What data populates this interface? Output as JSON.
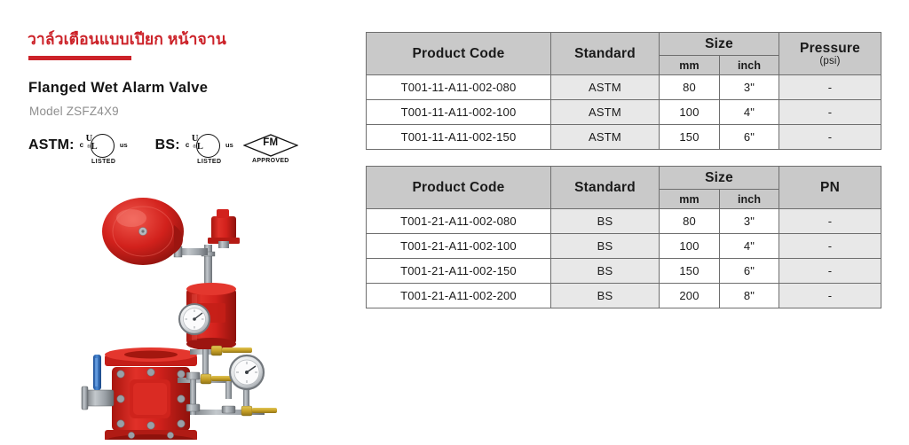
{
  "header": {
    "thai_title": "วาล์วเตือนแบบเปียก หน้าจาน",
    "product_name": "Flanged Wet Alarm Valve",
    "model": "Model ZSFZ4X9",
    "accent_color": "#cc2229"
  },
  "certifications": {
    "astm_label": "ASTM:",
    "bs_label": "BS:",
    "ul_mark": {
      "left_letter": "c",
      "right_letter": "us",
      "mono_u": "U",
      "mono_l": "L",
      "registered": "®",
      "caption": "LISTED"
    },
    "fm_mark": {
      "text": "FM",
      "caption": "APPROVED"
    }
  },
  "product_image": {
    "alt": "Flanged wet alarm valve assembly with alarm bell, retard chamber and pressure gauges",
    "body_color": "#d2211c",
    "handle_color": "#2f6fbf",
    "metal_color": "#9aa0a6",
    "brass_color": "#c9a227"
  },
  "tables": [
    {
      "id": "astm",
      "columns": {
        "code": "Product Code",
        "standard": "Standard",
        "size": "Size",
        "size_mm": "mm",
        "size_inch": "inch",
        "last_main": "Pressure",
        "last_note": "(psi)"
      },
      "rows": [
        {
          "code": "T001-11-A11-002-080",
          "standard": "ASTM",
          "mm": "80",
          "inch": "3\"",
          "last": "-"
        },
        {
          "code": "T001-11-A11-002-100",
          "standard": "ASTM",
          "mm": "100",
          "inch": "4\"",
          "last": "-"
        },
        {
          "code": "T001-11-A11-002-150",
          "standard": "ASTM",
          "mm": "150",
          "inch": "6\"",
          "last": "-"
        }
      ]
    },
    {
      "id": "bs",
      "columns": {
        "code": "Product Code",
        "standard": "Standard",
        "size": "Size",
        "size_mm": "mm",
        "size_inch": "inch",
        "last_main": "PN",
        "last_note": ""
      },
      "rows": [
        {
          "code": "T001-21-A11-002-080",
          "standard": "BS",
          "mm": "80",
          "inch": "3\"",
          "last": "-"
        },
        {
          "code": "T001-21-A11-002-100",
          "standard": "BS",
          "mm": "100",
          "inch": "4\"",
          "last": "-"
        },
        {
          "code": "T001-21-A11-002-150",
          "standard": "BS",
          "mm": "150",
          "inch": "6\"",
          "last": "-"
        },
        {
          "code": "T001-21-A11-002-200",
          "standard": "BS",
          "mm": "200",
          "inch": "8\"",
          "last": "-"
        }
      ]
    }
  ]
}
